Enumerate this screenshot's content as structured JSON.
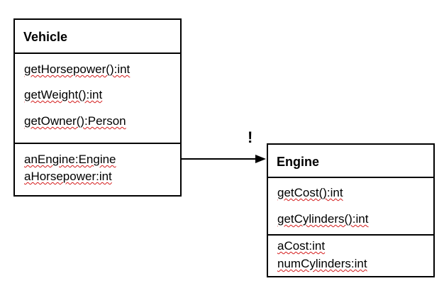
{
  "vehicle": {
    "name": "Vehicle",
    "methods": [
      "getHorsepower():int",
      "getWeight():int",
      "getOwner():Person"
    ],
    "attributes": [
      "anEngine:Engine",
      "aHorsepower:int"
    ]
  },
  "engine": {
    "name": "Engine",
    "methods": [
      "getCost():int",
      "getCylinders():int"
    ],
    "attributes": [
      "aCost:int",
      "numCylinders:int"
    ]
  },
  "association": {
    "marker": "!"
  },
  "colors": {
    "line": "#000000",
    "spellcheck_squiggle": "#d41a1a"
  }
}
